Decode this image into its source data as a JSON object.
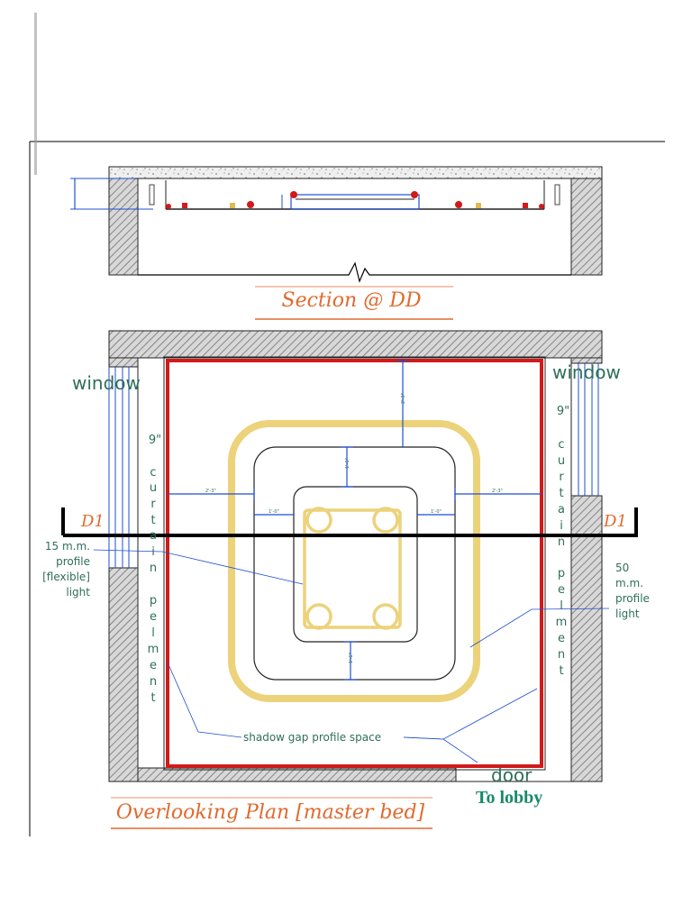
{
  "colors": {
    "wall_hatch": "#9a9a9a",
    "wall_outline": "#333333",
    "red_pelmet": "#d11a1a",
    "gold_light": "#ecd27a",
    "blue_dim": "#1f4fd1",
    "annotation_green": "#2f6f5a",
    "teal_label": "#1a8a6a",
    "caption_orange": "#e06a2e",
    "section_line": "#000000"
  },
  "section": {
    "title": "Section @ DD"
  },
  "plan": {
    "title": "Overlooking Plan [master bed]",
    "section_marker_left": "D1",
    "section_marker_right": "D1"
  },
  "labels": {
    "window_left": "window",
    "window_right": "window",
    "pelmet_left_size": "9\"",
    "pelmet_left_letters": [
      "c",
      "u",
      "r",
      "t",
      "a",
      "i",
      "n",
      "",
      "p",
      "e",
      "l",
      "m",
      "e",
      "n",
      "t"
    ],
    "pelmet_right_size": "9\"",
    "pelmet_right_letters": [
      "c",
      "u",
      "r",
      "t",
      "a",
      "i",
      "n",
      "",
      "p",
      "e",
      "l",
      "m",
      "e",
      "n",
      "t"
    ],
    "profile_15_lines": [
      "15 m.m.",
      "profile",
      "[flexible]",
      "light"
    ],
    "profile_50_lines": [
      "50",
      "m.m.",
      "profile",
      "light"
    ],
    "shadow_gap": "shadow gap profile space",
    "door": "door",
    "to_lobby": "To lobby"
  }
}
